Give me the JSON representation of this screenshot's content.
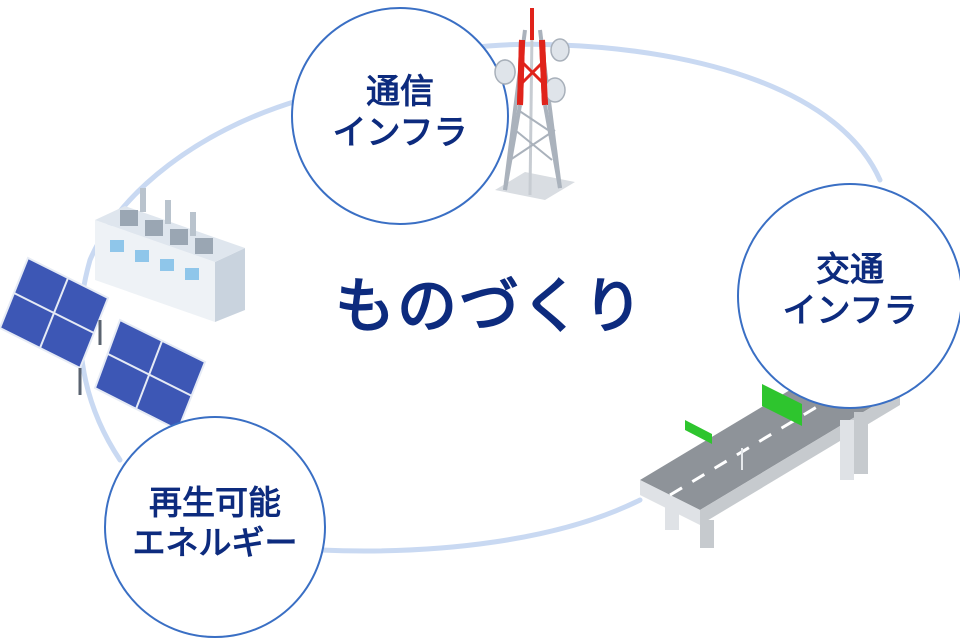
{
  "center": {
    "title": "ものづくり"
  },
  "nodes": {
    "telecom": {
      "line1": "通信",
      "line2": "インフラ"
    },
    "transport": {
      "line1": "交通",
      "line2": "インフラ"
    },
    "renewable": {
      "line1": "再生可能",
      "line2": "エネルギー"
    }
  },
  "colors": {
    "ring": "#c9d9f2",
    "circle_border": "#3a6fc4",
    "text": "#0d2b7e",
    "tower_red": "#e0231b",
    "sign_green": "#2ec52e",
    "panel_blue": "#3d57b5"
  }
}
